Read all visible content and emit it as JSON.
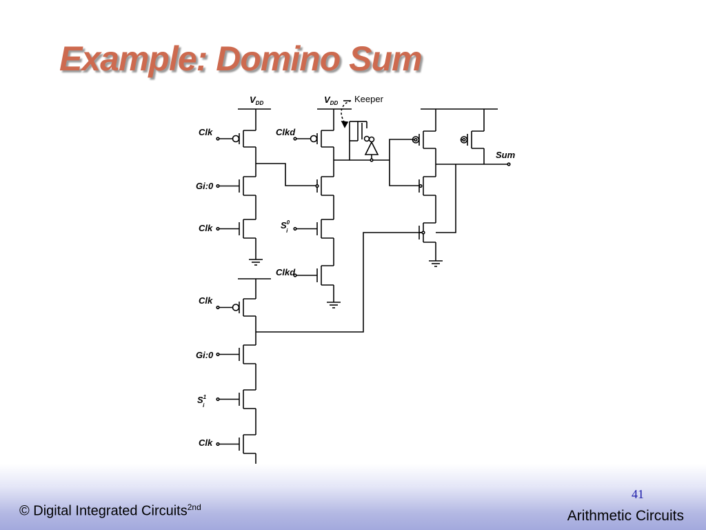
{
  "slide": {
    "title": "Example: Domino Sum",
    "page_number": "41"
  },
  "footer": {
    "copyright": "© Digital Integrated Circuits",
    "edition": "2nd",
    "section": "Arithmetic Circuits"
  },
  "diagram": {
    "vdd_main": "V",
    "vdd_sub": "DD",
    "keeper": "Keeper",
    "sum": "Sum",
    "labels": {
      "clk": "Clk",
      "clkd": "Clkd",
      "gi0": "Gi:0",
      "s_base": "S",
      "s_sub": "i",
      "sup_0": "0",
      "sup_1": "1"
    }
  }
}
